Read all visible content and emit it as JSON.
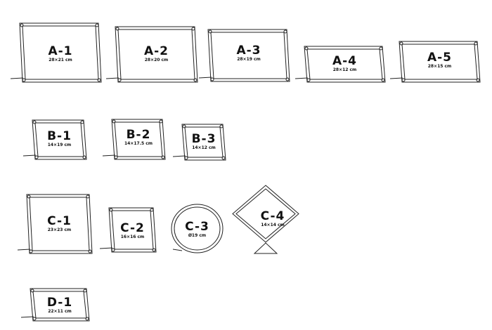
{
  "frames": [
    {
      "code": "A-1",
      "size": "28×21 cm",
      "shape": "rect"
    },
    {
      "code": "A-2",
      "size": "28×20 cm",
      "shape": "rect"
    },
    {
      "code": "A-3",
      "size": "28×19 cm",
      "shape": "rect"
    },
    {
      "code": "A-4",
      "size": "28×12 cm",
      "shape": "rect"
    },
    {
      "code": "A-5",
      "size": "28×15 cm",
      "shape": "rect"
    },
    {
      "code": "B-1",
      "size": "14×19 cm",
      "shape": "rect"
    },
    {
      "code": "B-2",
      "size": "14×17.5 cm",
      "shape": "rect"
    },
    {
      "code": "B-3",
      "size": "14×12 cm",
      "shape": "rect"
    },
    {
      "code": "C-1",
      "size": "23×23 cm",
      "shape": "rect"
    },
    {
      "code": "C-2",
      "size": "16×16 cm",
      "shape": "rect"
    },
    {
      "code": "C-3",
      "size": "Ø19 cm",
      "shape": "circle"
    },
    {
      "code": "C-4",
      "size": "14×14 cm",
      "shape": "diamond"
    },
    {
      "code": "D-1",
      "size": "22×11 cm",
      "shape": "rect"
    }
  ]
}
